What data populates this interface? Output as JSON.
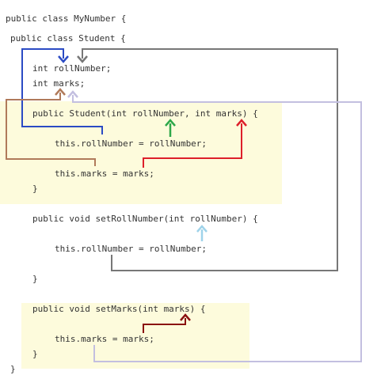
{
  "colors": {
    "highlight": "#fdfbdc",
    "blue": "#2b4bc4",
    "gray": "#777777",
    "brown": "#b07a5a",
    "lavender": "#c3bfe0",
    "green": "#2ea84a",
    "red": "#dd1f2a",
    "light_blue": "#9fd3ea",
    "dark_red": "#8a1010",
    "dark_gray": "#6f6f6f"
  },
  "code": {
    "line_outer_class": "public class MyNumber {",
    "line_inner_class": "public class Student {",
    "line_field_roll": "int rollNumber;",
    "line_field_marks": "int marks;",
    "line_ctor": "public Student(int rollNumber, int marks) {",
    "line_ctor_assign_roll": "this.rollNumber = rollNumber;",
    "line_ctor_assign_marks": "this.marks = marks;",
    "line_ctor_close": "}",
    "line_setroll": "public void setRollNumber(int rollNumber) {",
    "line_setroll_assign": "this.rollNumber = rollNumber;",
    "line_setroll_close": "}",
    "line_setmarks": "public void setMarks(int marks) {",
    "line_setmarks_assign": "this.marks = marks;",
    "line_setmarks_close": "}",
    "line_final_close": "}"
  }
}
